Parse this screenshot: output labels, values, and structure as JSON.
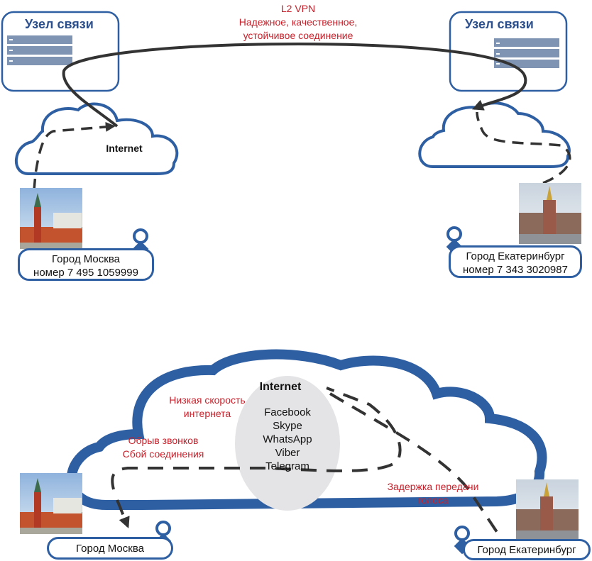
{
  "colors": {
    "node_border": "#2f5fa3",
    "title_blue": "#2b4f8c",
    "rack": "#7f93b3",
    "cloud_border": "#2f5fa3",
    "link_dark": "#333333",
    "problem_red": "#c8202a",
    "app_circle": "#e4e4e6"
  },
  "top_scenario": {
    "vpn": {
      "title": "L2 VPN",
      "line1": "Надежное, качественное,",
      "line2": "устойчивое соединение"
    },
    "node_left": {
      "title": "Узел связи",
      "icon": "server-rack-icon"
    },
    "node_right": {
      "title": "Узел связи",
      "icon": "server-rack-icon"
    },
    "cloud_left": {
      "label": "Internet",
      "icon": "cloud-icon"
    },
    "cloud_right": {
      "label": "",
      "icon": "cloud-icon"
    },
    "city_left": {
      "name": "Город Москва",
      "number": "номер 7 495 1059999",
      "photo": "kremlin-photo",
      "icon": "operator-headset-icon"
    },
    "city_right": {
      "name": "Город Екатеринбург",
      "number": "номер 7 343 3020987",
      "photo": "ekaterinburg-city-hall-photo",
      "icon": "operator-headset-icon"
    }
  },
  "bottom_scenario": {
    "cloud": {
      "label": "Internet",
      "icon": "cloud-icon"
    },
    "apps": [
      "Facebook",
      "Skype",
      "WhatsApp",
      "Viber",
      "Telegram"
    ],
    "problems": {
      "low_speed": [
        "Низкая скорость",
        "интернета"
      ],
      "drops": [
        "Обрыв звонков",
        "Сбой соединения"
      ],
      "delay": [
        "Задержка передачи",
        "голоса"
      ]
    },
    "city_left": {
      "name": "Город Москва",
      "photo": "kremlin-photo",
      "icon": "operator-headset-icon"
    },
    "city_right": {
      "name": "Город Екатеринбург",
      "photo": "ekaterinburg-city-hall-photo",
      "icon": "operator-headset-icon"
    }
  }
}
